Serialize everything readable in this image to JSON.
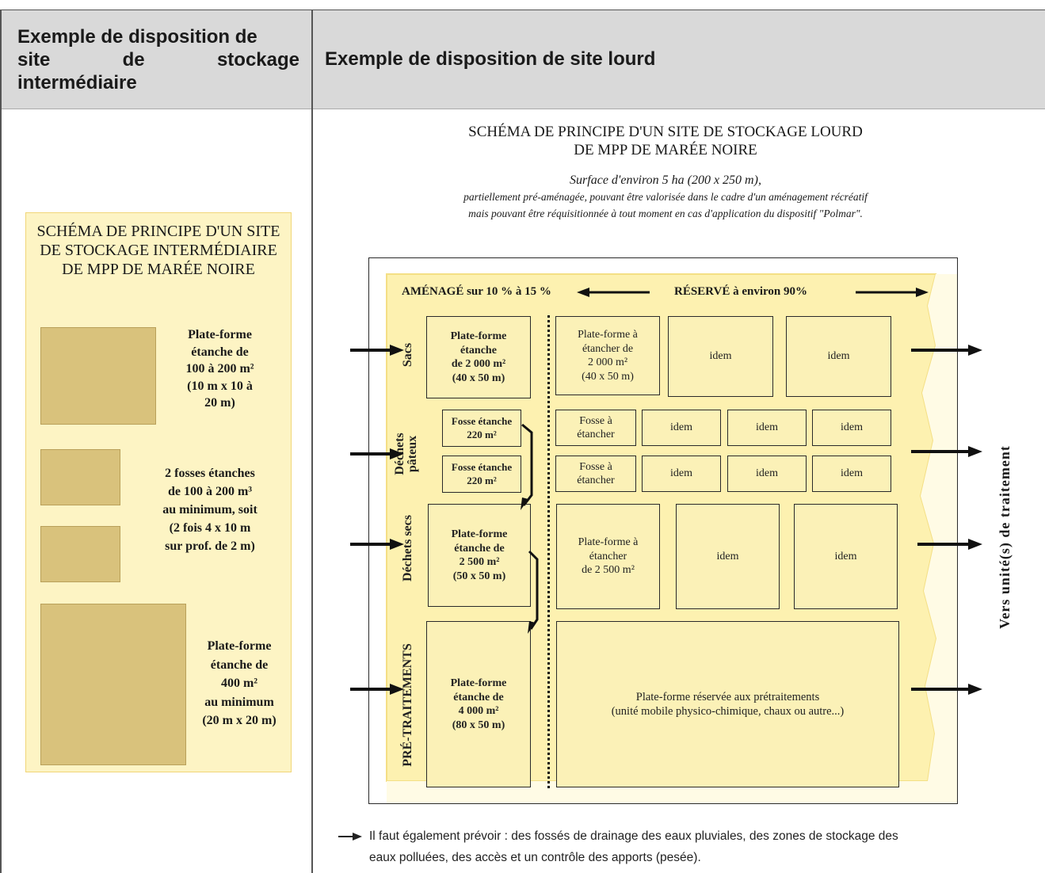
{
  "table": {
    "header_left": "Exemple de disposition de site de stockage intermédiaire",
    "header_right": "Exemple de disposition de site lourd"
  },
  "left_diagram": {
    "title": "SCHÉMA DE PRINCIPE D'UN SITE DE STOCKAGE INTERMÉDIAIRE DE MPP DE MARÉE NOIRE",
    "item1": [
      "Plate-forme",
      "étanche de",
      "100 à 200 m²",
      "(10 m x 10 à",
      "20 m)"
    ],
    "item2": [
      "2 fosses étanches",
      "de 100 à 200 m³",
      "au minimum, soit",
      "(2 fois 4 x 10 m",
      "sur prof. de 2 m)"
    ],
    "item3": [
      "Plate-forme",
      "étanche de",
      "400 m²",
      "au minimum",
      "(20 m x 20 m)"
    ]
  },
  "right_diagram": {
    "title_line1": "SCHÉMA DE PRINCIPE D'UN SITE DE STOCKAGE LOURD",
    "title_line2": "DE MPP DE MARÉE NOIRE",
    "subtitle_line1": "Surface d'environ 5 ha (200 x 250 m),",
    "subtitle_line2": "partiellement pré-aménagée, pouvant être valorisée dans le cadre d'un aménagement récréatif",
    "subtitle_line3": "mais pouvant être réquisitionnée à tout moment en cas d'application du dispositif \"Polmar\".",
    "amenage": "AMÉNAGÉ sur 10 % à 15 %",
    "reserve": "RÉSERVÉ à environ 90%",
    "row_labels": {
      "sacs": "Sacs",
      "pateux_1": "Déchets",
      "pateux_2": "pâteux",
      "secs": "Déchets secs",
      "pretraitements": "PRÉ-TRAITEMENTS"
    },
    "sacs_main": [
      "Plate-forme",
      "étanche",
      "de 2 000 m²",
      "(40 x 50 m)"
    ],
    "sacs_res": [
      "Plate-forme à",
      "étancher de",
      "2 000 m²",
      "(40 x 50 m)"
    ],
    "idem": "idem",
    "fosse_etanche": [
      "Fosse étanche",
      "220 m²"
    ],
    "fosse_a_etancher": [
      "Fosse à",
      "étancher"
    ],
    "secs_main": [
      "Plate-forme",
      "étanche de",
      "2 500 m²",
      "(50 x 50 m)"
    ],
    "secs_res": [
      "Plate-forme à",
      "étancher",
      "de 2 500 m²"
    ],
    "pre_main": [
      "Plate-forme",
      "étanche de",
      "4 000 m²",
      "(80 x 50 m)"
    ],
    "pre_res": [
      "Plate-forme réservée aux prétraitements",
      "(unité mobile physico-chimique, chaux ou autre...)"
    ],
    "side_label": "Vers unité(s) de traitement"
  },
  "footnote": {
    "line1": "Il faut également prévoir : des fossés de drainage des eaux pluviales, des zones de stockage des",
    "line2": "eaux polluées, des accès et un contrôle des apports (pesée)."
  }
}
